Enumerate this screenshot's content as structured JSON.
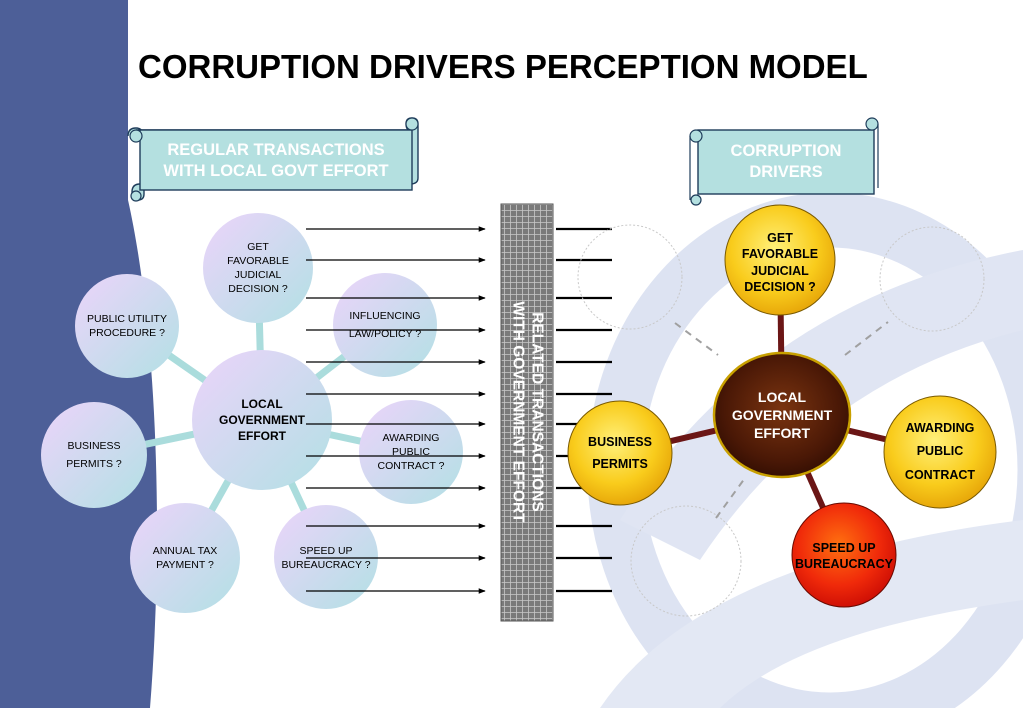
{
  "title": "CORRUPTION DRIVERS PERCEPTION MODEL",
  "left_banner": {
    "line1": "REGULAR TRANSACTIONS",
    "line2": "WITH LOCAL GOVT EFFORT"
  },
  "right_banner": {
    "line1": "CORRUPTION",
    "line2": "DRIVERS"
  },
  "barrier": {
    "line1": "RELATED TRANSACTIONS",
    "line2": "WITH GOVERNMENT EFFORT"
  },
  "left_model": {
    "center": [
      "LOCAL",
      "GOVERNMENT",
      "EFFORT"
    ],
    "nodes": [
      {
        "key": "judicial",
        "lines": [
          "GET",
          "FAVORABLE",
          "JUDICIAL",
          "DECISION ?"
        ]
      },
      {
        "key": "law",
        "lines": [
          "INFLUENCING",
          "LAW/POLICY ?"
        ]
      },
      {
        "key": "contract",
        "lines": [
          "AWARDING",
          "PUBLIC",
          "CONTRACT ?"
        ]
      },
      {
        "key": "bureaucracy",
        "lines": [
          "SPEED UP",
          "BUREAUCRACY ?"
        ]
      },
      {
        "key": "tax",
        "lines": [
          "ANNUAL TAX",
          "PAYMENT ?"
        ]
      },
      {
        "key": "permits",
        "lines": [
          "BUSINESS",
          "PERMITS ?"
        ]
      },
      {
        "key": "utility",
        "lines": [
          "PUBLIC UTILITY",
          "PROCEDURE ?"
        ]
      }
    ]
  },
  "right_model": {
    "center": [
      "LOCAL",
      "GOVERNMENT",
      "EFFORT"
    ],
    "nodes": [
      {
        "key": "judicial",
        "lines": [
          "GET",
          "FAVORABLE",
          "JUDICIAL",
          "DECISION ?"
        ]
      },
      {
        "key": "contract",
        "lines": [
          "AWARDING",
          "PUBLIC",
          "CONTRACT"
        ]
      },
      {
        "key": "bureaucracy",
        "lines": [
          "SPEED UP",
          "BUREAUCRACY"
        ]
      },
      {
        "key": "permits",
        "lines": [
          "BUSINESS",
          "PERMITS"
        ]
      }
    ]
  },
  "colors": {
    "sidebar": "#4d5f98",
    "banner_fill": "#b4e0e0",
    "banner_text": "#ffffff",
    "bubble_lavender": "#e0d2f7",
    "bubble_cyan": "#b8e2e6",
    "connector_left": "#aadcdc",
    "bubble_yellow": "#f5bc0c",
    "bubble_red": "#e01a0a",
    "center_dark": "#4e1a08",
    "connector_right": "#6b1616",
    "barrier": "#767676",
    "watermark": "#c5cfe9"
  }
}
